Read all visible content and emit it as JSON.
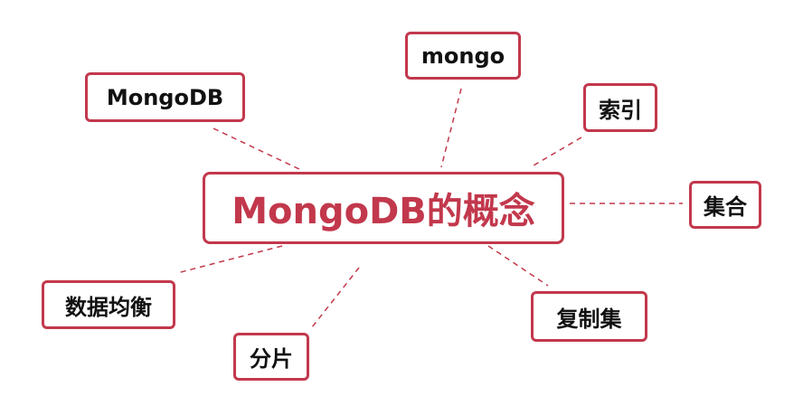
{
  "central": {
    "label": "MongoDB的概念"
  },
  "branches": [
    {
      "label": "MongoDB"
    },
    {
      "label": "mongo"
    },
    {
      "label": "索引"
    },
    {
      "label": "集合"
    },
    {
      "label": "复制集"
    },
    {
      "label": "分片"
    },
    {
      "label": "数据均衡"
    }
  ],
  "colors": {
    "accent": "#c2384c",
    "text": "#111111"
  }
}
